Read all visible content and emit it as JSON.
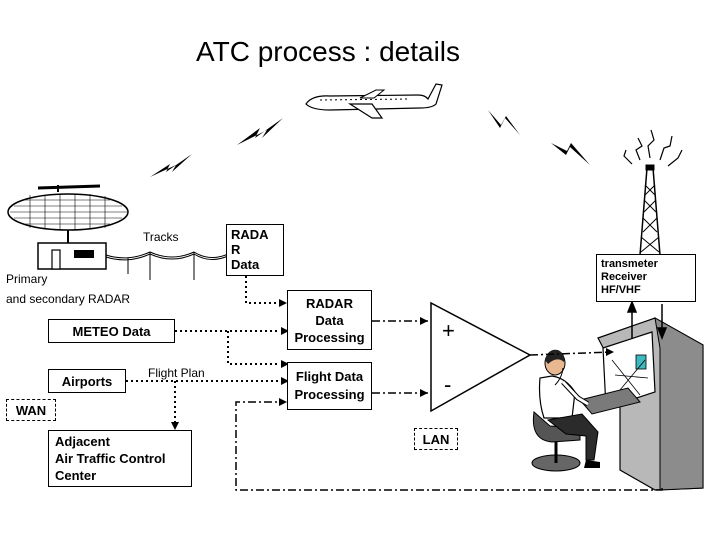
{
  "title": "ATC process : details",
  "labels": {
    "tracks": "Tracks",
    "primary": "Primary",
    "secondary": "and secondary RADAR",
    "flight_plan": "Flight Plan"
  },
  "boxes": {
    "radar_data_lines": [
      "RADA",
      "R",
      "Data"
    ],
    "radar_processing_lines": [
      "RADAR",
      "Data",
      "Processing"
    ],
    "meteo": "METEO Data",
    "flight_data_lines": [
      "Flight Data",
      "Processing"
    ],
    "airports": "Airports",
    "wan": "WAN",
    "adjacent_lines": [
      "Adjacent",
      "Air Traffic Control",
      "Center"
    ],
    "lan": "LAN",
    "transmitter_lines": [
      "transmeter",
      "Receiver",
      "HF/VHF"
    ]
  },
  "amplifier": {
    "plus": "+",
    "minus": "-"
  }
}
